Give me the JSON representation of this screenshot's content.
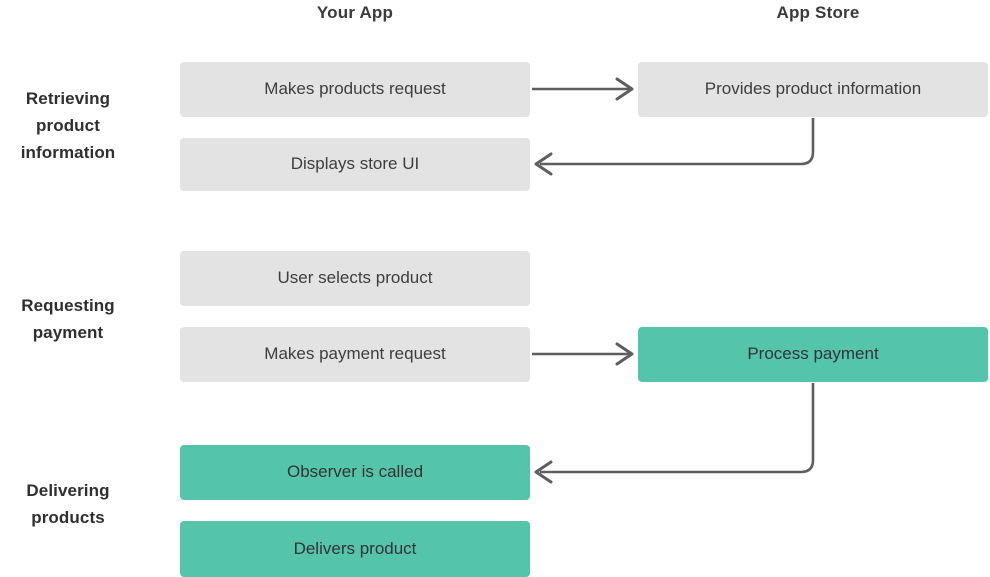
{
  "diagram": {
    "title_columns": {
      "your_app": "Your App",
      "app_store": "App Store"
    },
    "colors": {
      "background": "#ffffff",
      "gray_node": "#e3e3e3",
      "teal_node": "#54c5ab",
      "connector": "#5e5e5e",
      "heading_text": "#3a3a3a",
      "node_text": "#3d3d3d"
    },
    "sections": [
      {
        "id": "retrieving",
        "label": "Retrieving product information",
        "label_lines": [
          "Retrieving",
          "product",
          "information"
        ]
      },
      {
        "id": "requesting",
        "label": "Requesting payment",
        "label_lines": [
          "Requesting",
          "payment"
        ]
      },
      {
        "id": "delivering",
        "label": "Delivering products",
        "label_lines": [
          "Delivering",
          "products"
        ]
      }
    ],
    "nodes": [
      {
        "id": "makes-products-request",
        "label": "Makes products request",
        "column": "your_app",
        "style": "gray"
      },
      {
        "id": "provides-product-info",
        "label": "Provides product information",
        "column": "app_store",
        "style": "gray"
      },
      {
        "id": "displays-store-ui",
        "label": "Displays store UI",
        "column": "your_app",
        "style": "gray"
      },
      {
        "id": "user-selects-product",
        "label": "User selects product",
        "column": "your_app",
        "style": "gray"
      },
      {
        "id": "makes-payment-request",
        "label": "Makes payment request",
        "column": "your_app",
        "style": "gray"
      },
      {
        "id": "process-payment",
        "label": "Process payment",
        "column": "app_store",
        "style": "teal"
      },
      {
        "id": "observer-is-called",
        "label": "Observer is called",
        "column": "your_app",
        "style": "teal"
      },
      {
        "id": "delivers-product",
        "label": "Delivers product",
        "column": "your_app",
        "style": "teal"
      }
    ],
    "connectors": [
      {
        "id": "arrow-request-to-store",
        "from": "makes-products-request",
        "to": "provides-product-info",
        "direction": "right",
        "shape": "straight"
      },
      {
        "id": "arrow-store-to-ui",
        "from": "provides-product-info",
        "to": "displays-store-ui",
        "direction": "left",
        "shape": "elbow"
      },
      {
        "id": "arrow-payment-to-store",
        "from": "makes-payment-request",
        "to": "process-payment",
        "direction": "right",
        "shape": "straight"
      },
      {
        "id": "arrow-store-to-observer",
        "from": "process-payment",
        "to": "observer-is-called",
        "direction": "left",
        "shape": "elbow"
      }
    ]
  }
}
